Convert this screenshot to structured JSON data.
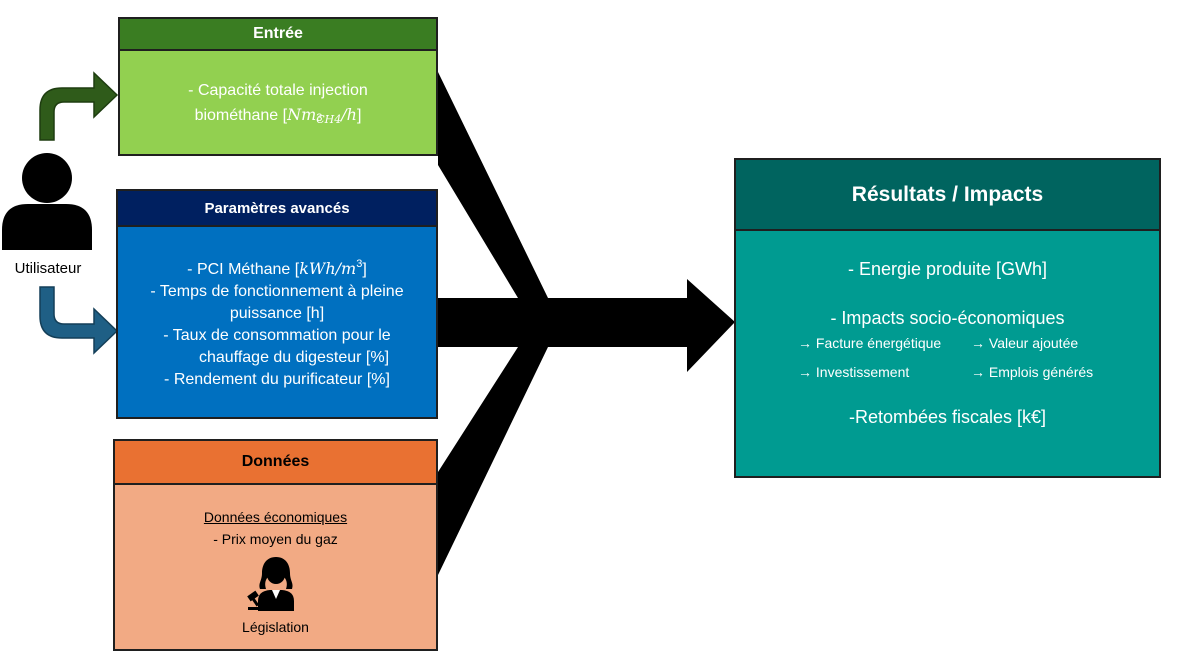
{
  "user": {
    "label": "Utilisateur"
  },
  "entree": {
    "title": "Entrée",
    "line1": "- Capacité totale injection",
    "line2_text": "biométhane [",
    "line2_math_base": "Nm",
    "line2_math_sup": "3",
    "line2_math_sub": "CH4",
    "line2_math_tail": "/h",
    "line2_close": "]"
  },
  "parametres": {
    "title": "Paramètres avancés",
    "pci_text": "- PCI Méthane [",
    "pci_math": "kWh/m",
    "pci_sup": "3",
    "pci_close": "]",
    "lines": [
      "- Temps de fonctionnement à pleine",
      "puissance [h]",
      "-   Taux de consommation pour le",
      "chauffage du digesteur [%]",
      "-   Rendement du purificateur [%]"
    ]
  },
  "donnees": {
    "title": "Données",
    "subtitle": "Données économiques",
    "item": "- Prix moyen du gaz",
    "footer": "Législation",
    "icon": "judge-icon"
  },
  "resultats": {
    "title": "Résultats / Impacts",
    "energie": "-     Energie produite [GWh]",
    "impacts": "-     Impacts socio-économiques",
    "sub_items": [
      "→ Facture énergétique",
      "→ Valeur ajoutée",
      "→ Investissement",
      "→ Emplois générés"
    ],
    "retombees": "-Retombées fiscales [k€]"
  },
  "colors": {
    "entree_header": "#3a7d22",
    "entree_body": "#92d050",
    "param_header": "#002060",
    "param_body": "#0070c0",
    "donnees_header": "#e97132",
    "donnees_body": "#f2aa84",
    "result_header": "#00645f",
    "result_body": "#009b91",
    "arrow_green": "#2f5b1a",
    "arrow_blue": "#1f5f85"
  }
}
